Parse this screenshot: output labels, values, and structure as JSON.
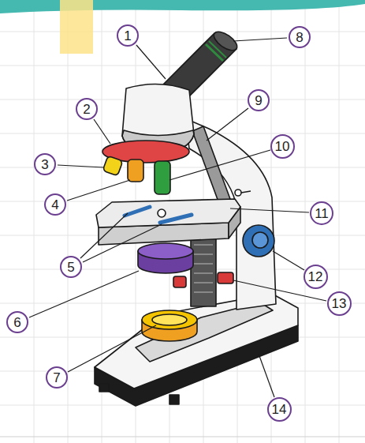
{
  "diagram": {
    "nodes": [
      {
        "text": [
          "1"
        ]
      },
      {
        "text": [
          "8"
        ]
      },
      {
        "text": [
          "9"
        ]
      },
      {
        "text": [
          "2"
        ]
      },
      {
        "text": [
          "10"
        ]
      },
      {
        "text": [
          "3"
        ]
      },
      {
        "text": [
          "4"
        ]
      },
      {
        "text": [
          "11"
        ]
      },
      {
        "text": [
          "5"
        ]
      },
      {
        "text": [
          "12"
        ]
      },
      {
        "text": [
          "13"
        ]
      },
      {
        "text": [
          "6"
        ]
      },
      {
        "text": [
          "7"
        ]
      },
      {
        "text": [
          "14"
        ]
      }
    ]
  }
}
